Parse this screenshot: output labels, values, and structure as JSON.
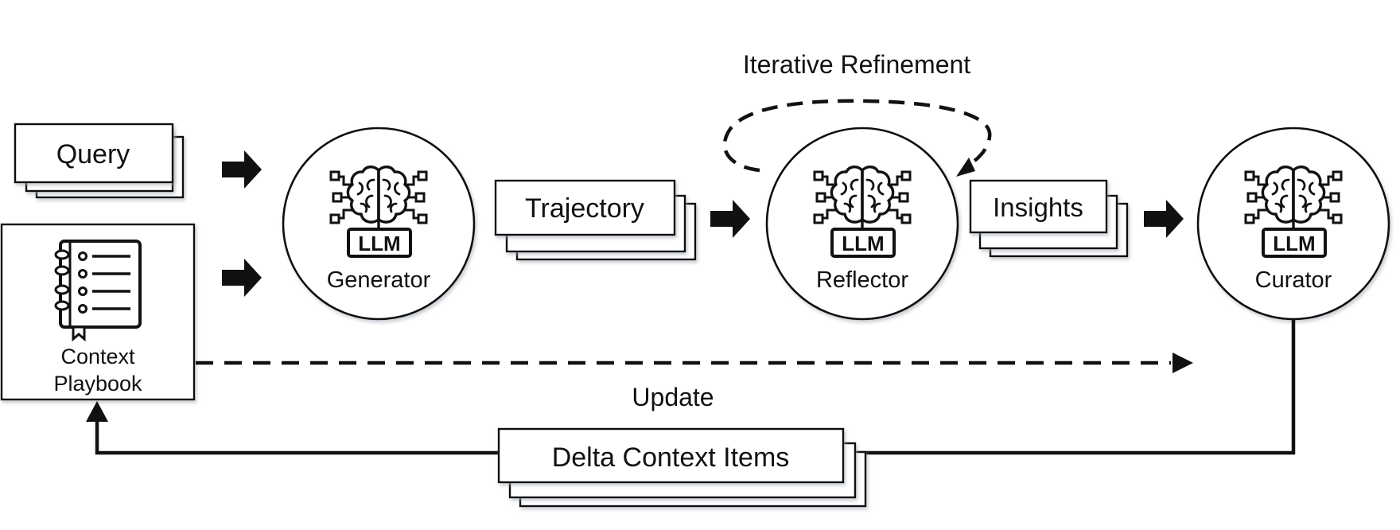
{
  "loop_label": "Iterative Refinement",
  "update_label": "Update",
  "inputs": {
    "query": "Query",
    "playbook_line1": "Context",
    "playbook_line2": "Playbook"
  },
  "nodes": {
    "generator": {
      "badge": "LLM",
      "label": "Generator",
      "icon": "brain-circuit-icon"
    },
    "reflector": {
      "badge": "LLM",
      "label": "Reflector",
      "icon": "brain-circuit-icon"
    },
    "curator": {
      "badge": "LLM",
      "label": "Curator",
      "icon": "brain-circuit-icon"
    }
  },
  "artifacts": {
    "trajectory": "Trajectory",
    "insights": "Insights",
    "delta": "Delta Context Items"
  },
  "colors": {
    "stroke": "#111111",
    "card_fill": "#ffffff",
    "shadow": "#bfc6cc"
  }
}
